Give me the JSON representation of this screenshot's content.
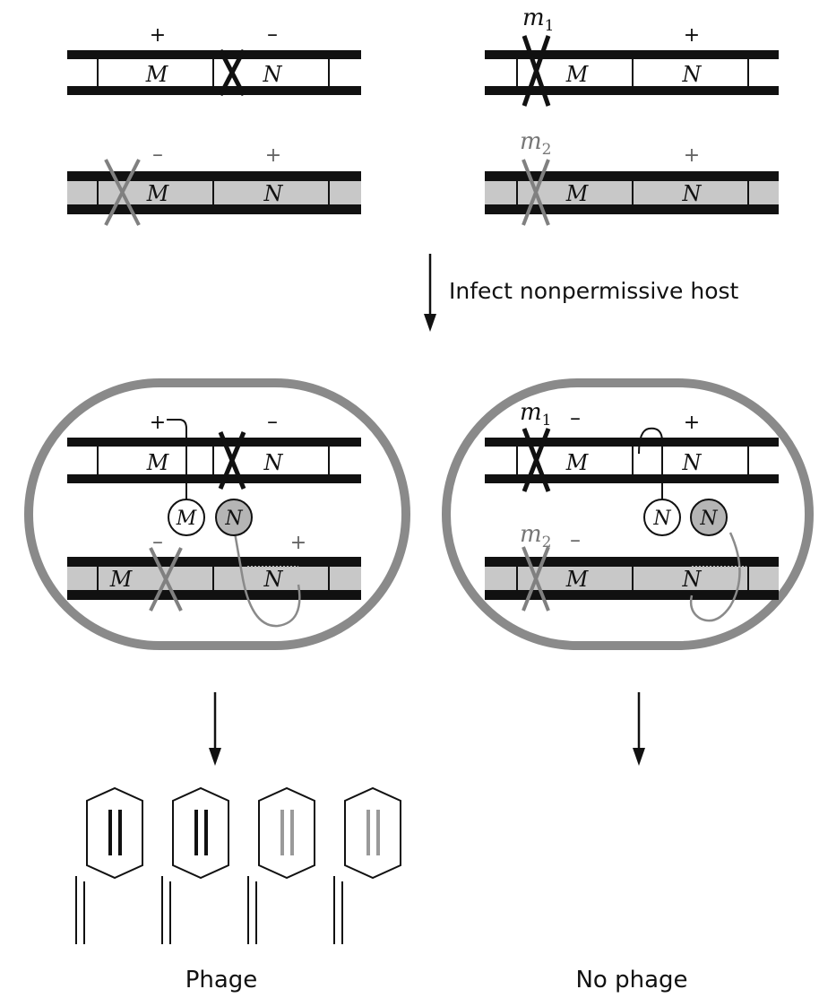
{
  "colors": {
    "black_strand": "#111111",
    "gray_strand": "#777777",
    "gray_fill": "#c8c8c8",
    "cell_wall": "#8a8a8a",
    "protein_fill_gray": "#b5b5b5",
    "phage_gray_line": "#9a9a9a"
  },
  "genes": {
    "m": "M",
    "n": "N"
  },
  "signs": {
    "plus": "+",
    "minus": "–"
  },
  "top_left": {
    "upper_left_sign": "+",
    "upper_right_sign": "–",
    "lower_left_sign": "–",
    "lower_right_sign": "+"
  },
  "top_right": {
    "upper_mutant": "m",
    "upper_mutant_sub": "1",
    "upper_sign": "+",
    "lower_mutant": "m",
    "lower_mutant_sub": "2",
    "lower_sign": "+"
  },
  "step_label": "Infect nonpermissive host",
  "cell_left": {
    "upper_left_sign": "+",
    "upper_right_sign": "–",
    "lower_left_sign": "–",
    "lower_right_sign": "+",
    "protein_1": "M",
    "protein_2": "N"
  },
  "cell_right": {
    "upper_mutant": "m",
    "upper_mutant_sub": "1",
    "upper_minus": "–",
    "upper_plus": "+",
    "lower_mutant": "m",
    "lower_mutant_sub": "2",
    "lower_minus": "–",
    "protein_1": "N",
    "protein_2": "N"
  },
  "result_left": "Phage",
  "result_right": "No phage"
}
